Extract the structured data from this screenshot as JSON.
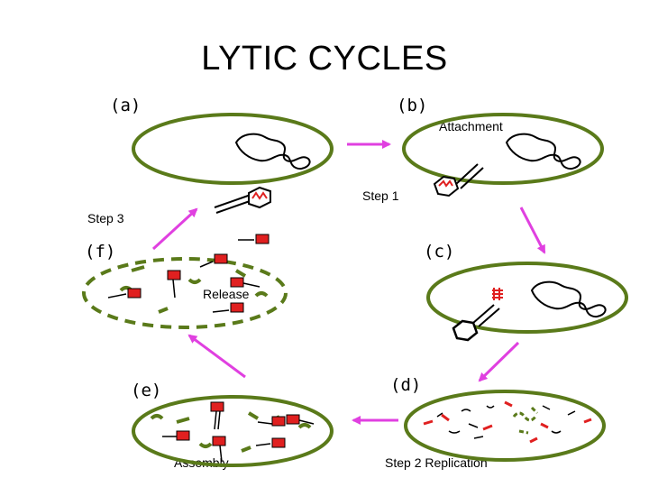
{
  "title": "LYTIC CYCLES",
  "panels": {
    "a": "(a)",
    "b": "(b)",
    "c": "(c)",
    "d": "(d)",
    "e": "(e)",
    "f": "(f)"
  },
  "notes": {
    "attachment": "Attachment",
    "step1": "Step 1",
    "step3": "Step 3",
    "release": "Release",
    "assembly": "Assembly",
    "step2": "Step 2 Replication"
  },
  "colors": {
    "cell_membrane": "#5a7a1a",
    "arrow": "#e040e0",
    "phage_head": "#e02020",
    "outline": "#000000"
  }
}
